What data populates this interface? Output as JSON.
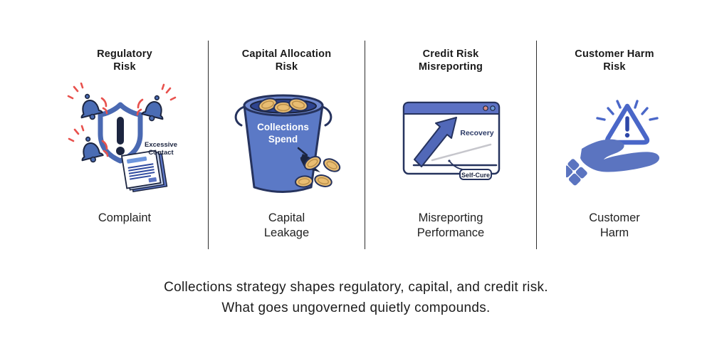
{
  "colors": {
    "illustration_blue": "#4a6cb4",
    "mid_blue": "#5b79c6",
    "navy_outline": "#1c2540",
    "alert_red": "#e8514d",
    "coin_gold": "#e9bd72",
    "divider": "#2e2e2e",
    "text_dark": "#1a1a1a"
  },
  "columns": [
    {
      "title": "Regulatory\nRisk",
      "icon": "shield-exclamation-bells-documents-icon",
      "icon_texts": {
        "excessive_contact": "Excessive\nContact"
      },
      "label": "Complaint"
    },
    {
      "title": "Capital Allocation\nRisk",
      "icon": "leaking-bucket-coins-icon",
      "icon_texts": {
        "bucket": "Collections\nSpend"
      },
      "label": "Capital\nLeakage"
    },
    {
      "title": "Credit Risk\nMisreporting",
      "icon": "chart-window-rising-arrow-icon",
      "icon_texts": {
        "recovery": "Recovery",
        "self_cure": "Self-Cure"
      },
      "label": "Misreporting\nPerformance"
    },
    {
      "title": "Customer Harm\nRisk",
      "icon": "hand-warning-triangle-icon",
      "label": "Customer\nHarm"
    }
  ],
  "caption": "Collections strategy shapes regulatory, capital, and credit risk.\nWhat goes ungoverned quietly compounds."
}
